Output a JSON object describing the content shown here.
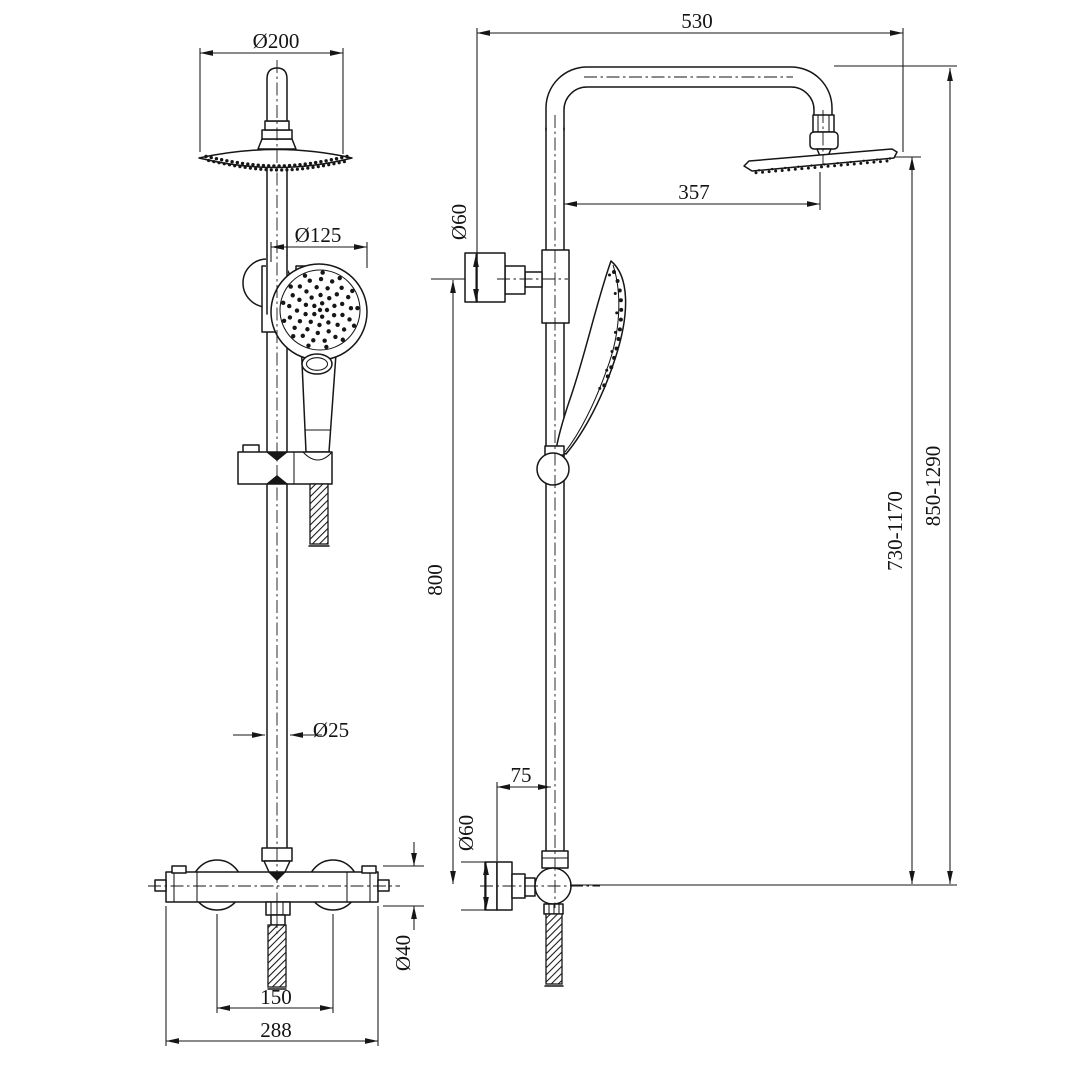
{
  "drawing": {
    "type": "shower-system-technical-drawing",
    "views": {
      "left": "front view",
      "right": "side view"
    },
    "dimensions": {
      "head_diameter": "Ø200",
      "hand_shower_diameter": "Ø125",
      "riser_pipe_diameter": "Ø25",
      "valve_body_diameter": "Ø40",
      "valve_inlet_spacing": "150",
      "valve_overall_width": "288",
      "arm_reach": "530",
      "head_center_offset": "357",
      "top_bracket_diameter": "Ø60",
      "riser_length": "800",
      "wall_to_pipe_offset": "75",
      "bottom_bracket_diameter": "Ø60",
      "head_to_valve_height_range": "730-1170",
      "overall_height_range": "850-1290"
    },
    "line_color": "#161616",
    "background_color": "#ffffff"
  }
}
